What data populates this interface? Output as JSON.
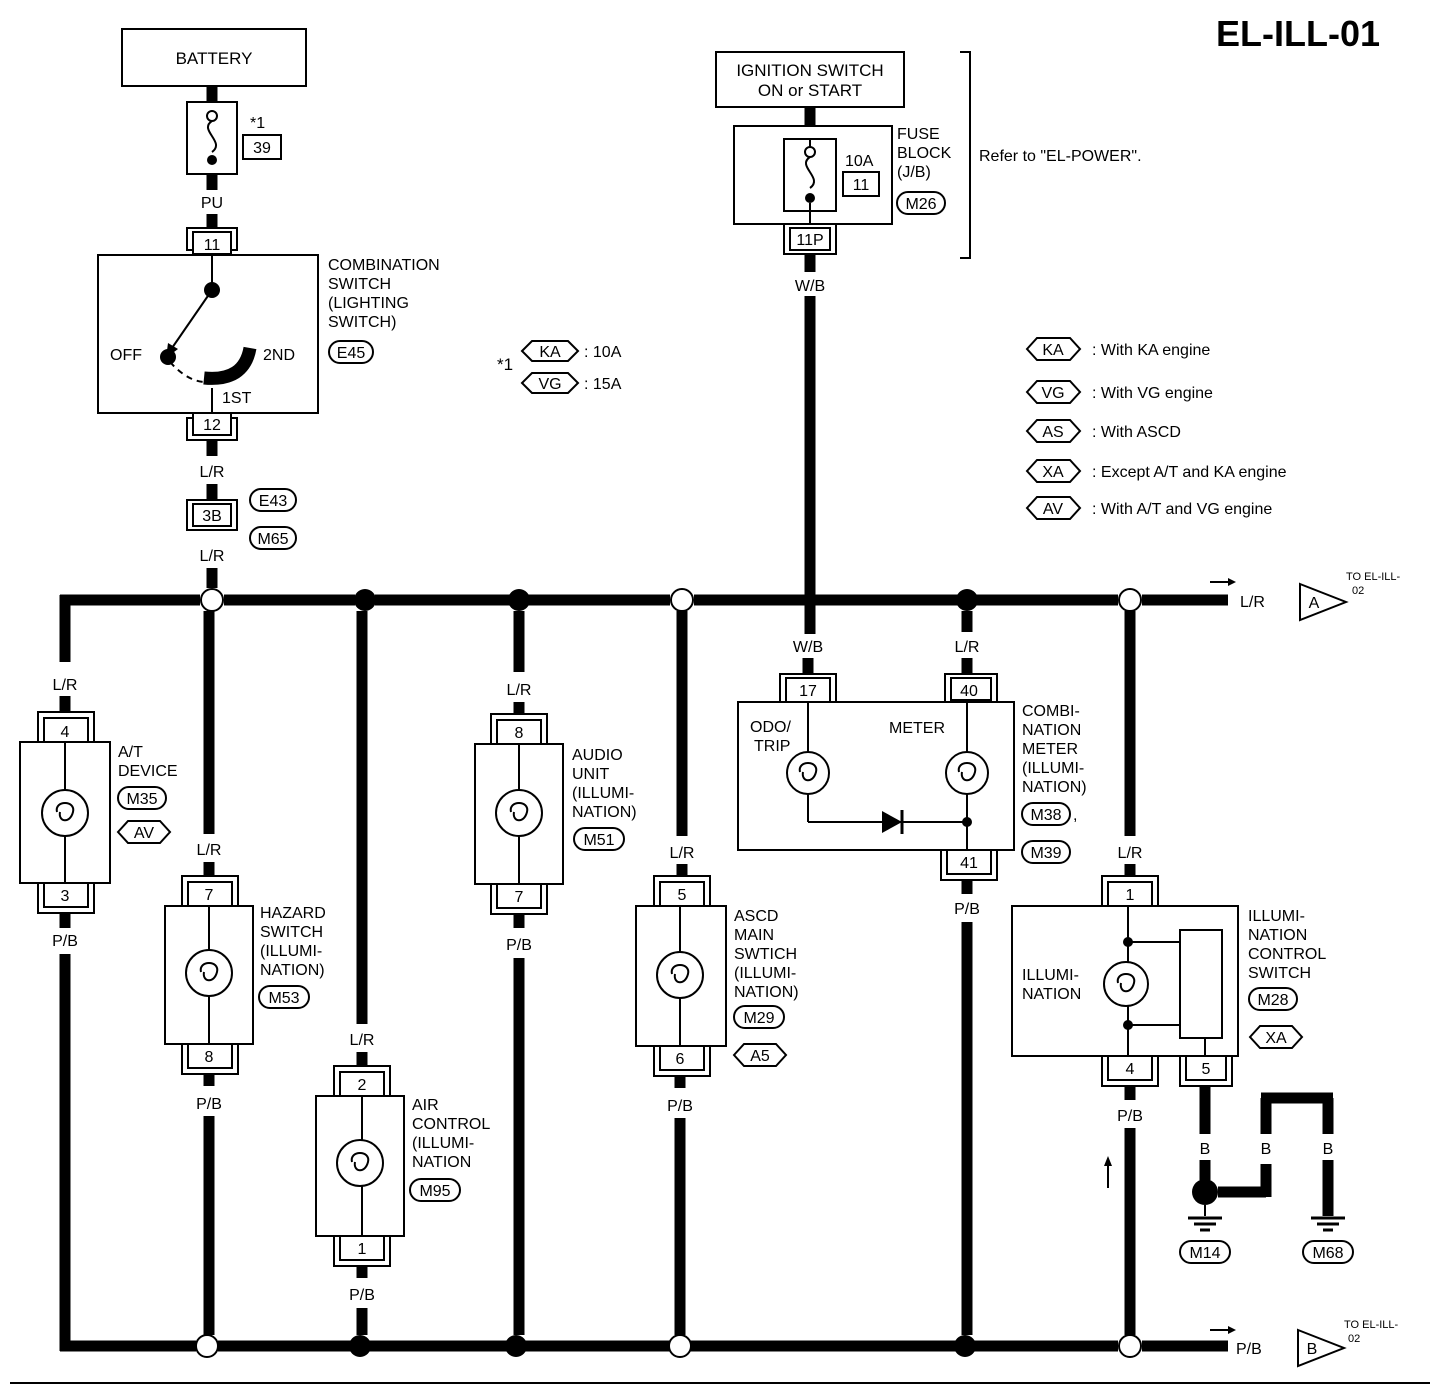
{
  "title": "EL-ILL-01",
  "battery": "BATTERY",
  "ignition_line1": "IGNITION SWITCH",
  "ignition_line2": "ON or START",
  "fuse_star": "*1",
  "fuse_star_num": "39",
  "wire_pu": "PU",
  "fuse_block": {
    "line1": "FUSE",
    "line2": "BLOCK",
    "line3": "(J/B)",
    "amp": "10A",
    "num": "11",
    "conn": "M26",
    "pin": "11P"
  },
  "refer": "Refer to \"EL-POWER\".",
  "combination_switch": {
    "line1": "COMBINATION",
    "line2": "SWITCH",
    "line3": "(LIGHTING",
    "line4": "SWITCH)",
    "conn": "E45",
    "pin_top": "11",
    "pin_bottom": "12",
    "off": "OFF",
    "second": "2ND",
    "first": "1ST"
  },
  "note": {
    "star": "*1",
    "ka": "KA",
    "ka_val": ": 10A",
    "vg": "VG",
    "vg_val": ": 15A"
  },
  "wire_lr": "L/R",
  "wire_wb": "W/B",
  "wire_pb": "P/B",
  "wire_b": "B",
  "joint": {
    "pin": "3B",
    "conn1": "E43",
    "conn2": "M65"
  },
  "legend": [
    {
      "code": "KA",
      "text": ": With KA engine"
    },
    {
      "code": "VG",
      "text": ": With VG engine"
    },
    {
      "code": "AS",
      "text": ": With ASCD"
    },
    {
      "code": "XA",
      "text": ": Except A/T and KA engine"
    },
    {
      "code": "AV",
      "text": ": With A/T and VG engine"
    }
  ],
  "to_a": {
    "label": "TO EL-ILL-",
    "num": "02",
    "letter": "A"
  },
  "to_b": {
    "label": "TO EL-ILL-",
    "num": "02",
    "letter": "B"
  },
  "at_device": {
    "line1": "A/T",
    "line2": "DEVICE",
    "conn": "M35",
    "code": "AV",
    "pin_top": "4",
    "pin_bottom": "3"
  },
  "hazard": {
    "line1": "HAZARD",
    "line2": "SWITCH",
    "line3": "(ILLUMI-",
    "line4": "NATION)",
    "conn": "M53",
    "pin_top": "7",
    "pin_bottom": "8"
  },
  "air": {
    "line1": "AIR",
    "line2": "CONTROL",
    "line3": "(ILLUMI-",
    "line4": "NATION",
    "conn": "M95",
    "pin_top": "2",
    "pin_bottom": "1"
  },
  "audio": {
    "line1": "AUDIO",
    "line2": "UNIT",
    "line3": "(ILLUMI-",
    "line4": "NATION)",
    "conn": "M51",
    "pin_top": "8",
    "pin_bottom": "7"
  },
  "ascd": {
    "line1": "ASCD",
    "line2": "MAIN",
    "line3": "SWTICH",
    "line4": "(ILLUMI-",
    "line5": "NATION)",
    "conn": "M29",
    "code": "A5",
    "pin_top": "5",
    "pin_bottom": "6"
  },
  "meter": {
    "odo1": "ODO/",
    "odo2": "TRIP",
    "meter": "METER",
    "line1": "COMBI-",
    "line2": "NATION",
    "line3": "METER",
    "line4": "(ILLUMI-",
    "line5": "NATION)",
    "conn1": "M38",
    "comma": ",",
    "conn2": "M39",
    "pin17": "17",
    "pin40": "40",
    "pin41": "41"
  },
  "illum_ctrl": {
    "line1": "ILLUMI-",
    "line2": "NATION",
    "line3": "CONTROL",
    "line4": "SWITCH",
    "conn": "M28",
    "code": "XA",
    "inner1": "ILLUMI-",
    "inner2": "NATION",
    "pin_top": "1",
    "pin4": "4",
    "pin5": "5"
  },
  "grounds": {
    "g1": "M14",
    "g2": "M68"
  }
}
